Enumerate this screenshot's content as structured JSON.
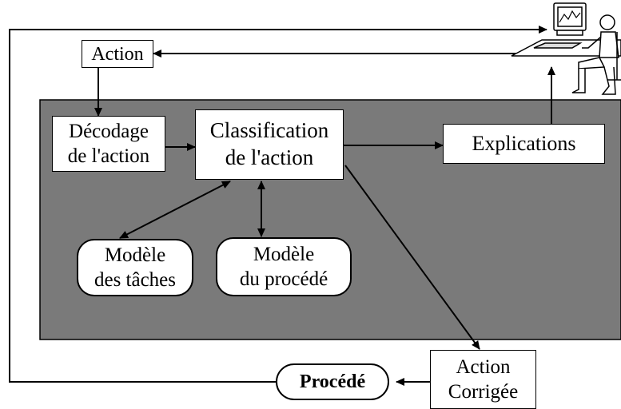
{
  "diagram": {
    "nodes": {
      "action": {
        "label": "Action"
      },
      "decodage": {
        "line1": "Décodage",
        "line2": "de l'action"
      },
      "classification": {
        "line1": "Classification",
        "line2": "de l'action"
      },
      "explications": {
        "label": "Explications"
      },
      "modele_taches": {
        "line1": "Modèle",
        "line2": "des tâches"
      },
      "modele_procede": {
        "line1": "Modèle",
        "line2": "du procédé"
      },
      "action_corrigee": {
        "line1": "Action",
        "line2": "Corrigée"
      },
      "procede": {
        "label": "Procédé"
      }
    },
    "colors": {
      "system_panel": "#7a7a7a",
      "stroke": "#000000",
      "box_fill": "#ffffff"
    },
    "icons": [
      "operator-at-computer-icon"
    ]
  }
}
